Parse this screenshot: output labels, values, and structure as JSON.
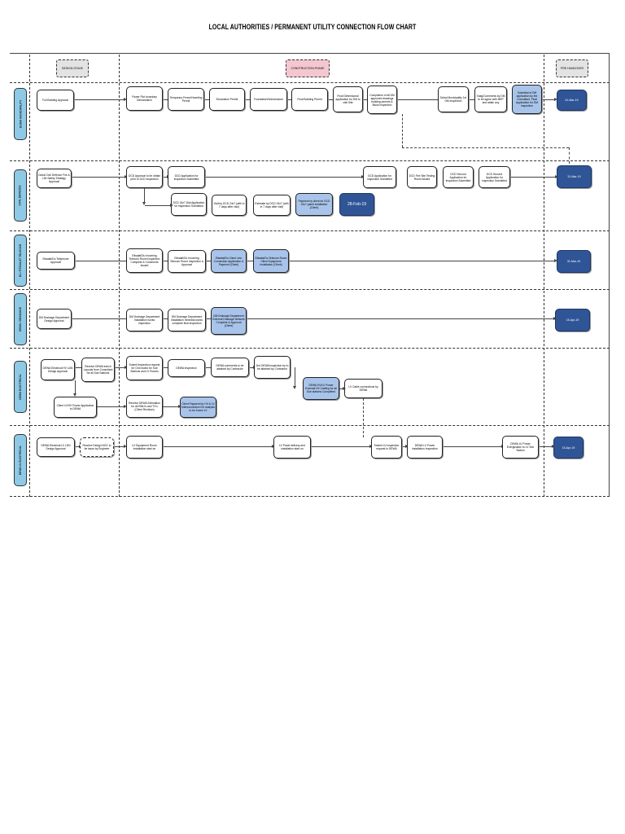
{
  "title": "LOCAL AUTHORITIES / PERMANENT UTILITY CONNECTION FLOW CHART",
  "phases": {
    "design": "DESIGN STAGE",
    "construction": "CONSTRUCTION PHASE",
    "handover": "PRE HANDOVER"
  },
  "lanes": [
    "DUBAI MUNICIPALITY",
    "CIVIL DEFENCE",
    "DU / ETISALAT TELECOM",
    "DEWA / DRAINAGE",
    "DEWA ELECTRICAL",
    "DEWA LV ELECTRICAL"
  ],
  "nodes": {
    "r1": [
      "Full Building Approval",
      "Power Plot boundary Demarcation",
      "Temporary Fence/Hoarding Permit",
      "Excavation Permit",
      "Foundation/Substructure",
      "Final Building Permit",
      "Final Dimensional application for DM to visit Site",
      "Completion of all DM approved drawings building permits & Block inspection",
      "Dubai Municipality 1st DM inspection",
      "Snag/Comments by DM to be agree with MEP and attain any",
      "Submittal of DM application by the Consultant. Final Application for DM inspection",
      "31-Mar-19"
    ],
    "r2": [
      "Dubai Civil Defence Fire & Life Safety Strategy Approval",
      "DCD Approval to be obtain prior to DCD inspection",
      "DCD Application for inspection Submitted",
      "DCD Application for inspection Submitted",
      "DCD Fire Site Testing Room Issued",
      "DCD Second Application for inspection Submitted",
      "DCD Second Application for inspection Submitted",
      "31-Mar-19",
      "DCD 24x7 Dial Application for inspection Submitted",
      "Visit by DCD 24x7 (with in 7 days after visit)",
      "Estimate by DCD 24x7 (with in 7 days after visit)",
      "Payment by client for DCD 24x7 panel installation (Client)",
      "28-Feb-19"
    ],
    "r3": [
      "Etisalat/Du Telephone Approval",
      "Etisalat/Du Incoming Telecom Room Inspection Complete & Comments Issued",
      "Etisalat/Du Incoming Telecom Room Inspection & Approval",
      "Etisalat/Du Client Line Connection Application & Payment (Client)",
      "Etisalat/Du Telecom Room Client Equipment Installation (Client)",
      "31-Mar-19"
    ],
    "r4": [
      "DM Drainage Department Design Approval",
      "DM Drainage Department Installation works inspection",
      "DM Drainage Department Installation remedial works complete final inspection",
      "DM Drainage Department External Drainage Network Complete & Approval (Client)",
      "15-Apr-19"
    ],
    "r5": [
      "DEWA Electrical HV LDN Design Approval",
      "Receive DEWA trench Layouts from Consultant for all Sub Stations",
      "Submit inspection request for Civil works for Sub Stations and LV Rooms",
      "DEWA inspection",
      "DEWA comments to be attained by Contractor",
      "2nd DEWA inspection by to be attained by Contractor",
      "DEWA HV/LV Power External HV Cabling for all Sub stations Completed",
      "LV Cable connections by DEWA",
      "Client LV/HV Power Application to DEWA",
      "Receive DEWA Estimation for all RMU's and TX's (Client Revision)",
      "Client Payment for HV & LV Interconnection DS analysis to be frozen LV"
    ],
    "r6": [
      "DEWA Electrical LV LDN Design Approval",
      "Receive Design NOC to be issue by Engineer",
      "LV Equipment Room installation start on",
      "LV Panel delivery and installation start on",
      "Submit LV inspection request to DEWA",
      "DEWA LV Power installation Inspection",
      "DEWA LV Power Energization to LV Sub Station",
      "15-Apr-19"
    ]
  }
}
